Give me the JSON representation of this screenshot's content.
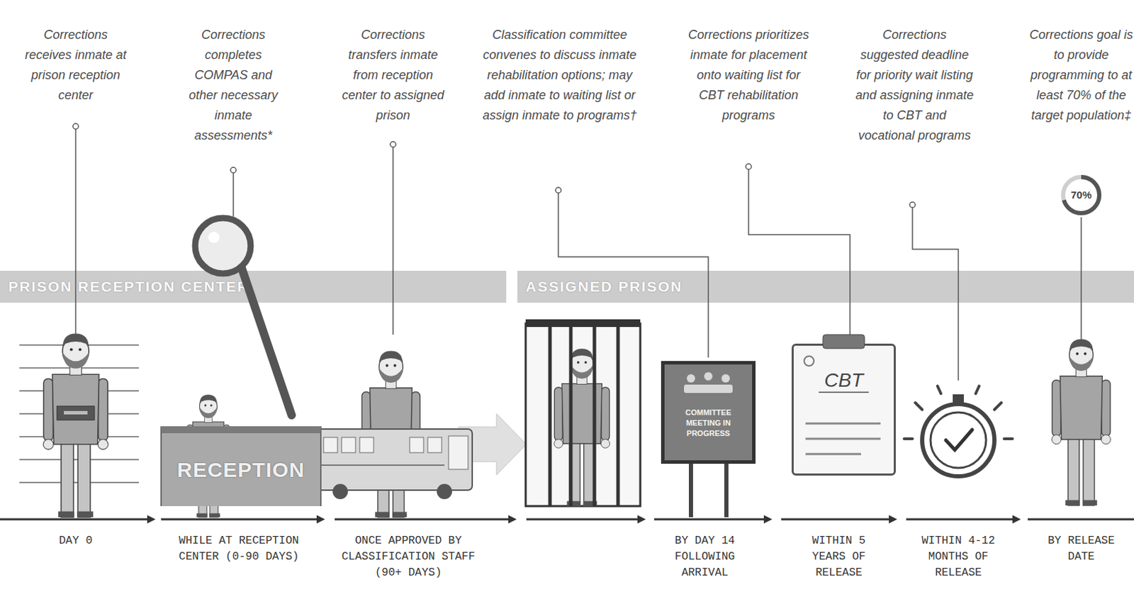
{
  "diagram": {
    "nodes": [
      {
        "text": [
          "PRISON RECEPTION CENTER"
        ]
      },
      {
        "text": [
          "RECEPTION"
        ]
      },
      {
        "text": [
          "ASSIGNED PRISON"
        ]
      },
      {
        "text": [
          "COMMITTEE MEETING IN PROGRESS"
        ]
      },
      {
        "text": [
          "CBT"
        ]
      },
      {
        "text": [
          "70%"
        ]
      }
    ],
    "labels": [
      "Corrections receives inmate at prison reception center",
      "Corrections completes COMPAS and other necessary inmate assessments*",
      "Corrections transfers inmate from reception center to assigned prison",
      "Classification committee convenes to discuss inmate rehabilitation options; may add inmate to waiting list or assign inmate to programs†",
      "Corrections prioritizes inmate for placement onto waiting list for CBT rehabilitation programs",
      "Corrections suggested deadline for priority wait listing and assigning inmate to CBT and vocational programs",
      "Corrections goal is to provide programming to at least 70% of the target population‡",
      "DAY 0",
      "WHILE AT RECEPTION CENTER (0-90 DAYS)",
      "ONCE APPROVED BY CLASSIFICATION STAFF (90+ DAYS)",
      "BY DAY 14 FOLLOWING ARRIVAL",
      "WITHIN 5 YEARS OF RELEASE",
      "WITHIN 4-12 MONTHS OF RELEASE",
      "BY RELEASE DATE"
    ]
  }
}
